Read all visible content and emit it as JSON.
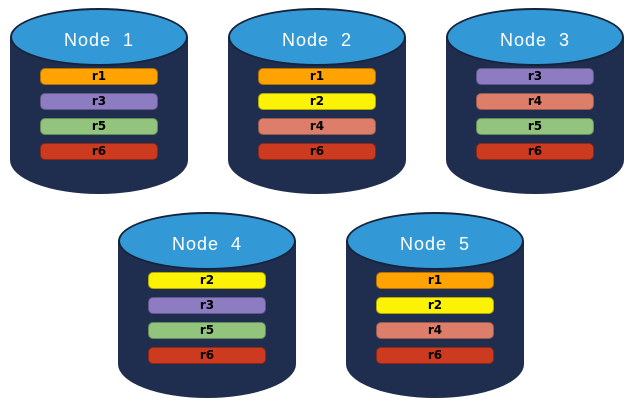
{
  "diagram_title": "replicated-database-nodes",
  "colors": {
    "cylinder_body": "#1F2E4E",
    "cylinder_top": "#3399D6",
    "cylinder_outline": "#16233C",
    "node_label_text": "#FFFFFF",
    "replica_label_text": "#000000",
    "replicas": {
      "r1": "#FFA303",
      "r2": "#FCF205",
      "r3": "#8E7CC3",
      "r4": "#DD7E6B",
      "r5": "#93C47D",
      "r6": "#CC3A1F"
    }
  },
  "nodes": [
    {
      "label": "Node  1",
      "replicas": [
        "r1",
        "r3",
        "r5",
        "r6"
      ]
    },
    {
      "label": "Node  2",
      "replicas": [
        "r1",
        "r2",
        "r4",
        "r6"
      ]
    },
    {
      "label": "Node  3",
      "replicas": [
        "r3",
        "r4",
        "r5",
        "r6"
      ]
    },
    {
      "label": "Node  4",
      "replicas": [
        "r2",
        "r3",
        "r5",
        "r6"
      ]
    },
    {
      "label": "Node  5",
      "replicas": [
        "r1",
        "r2",
        "r4",
        "r6"
      ]
    }
  ]
}
